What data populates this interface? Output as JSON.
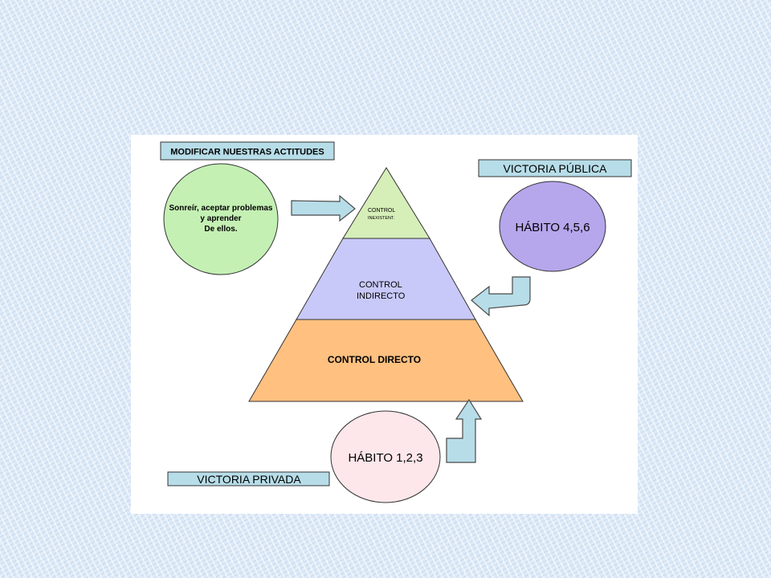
{
  "diagram": {
    "top_box_label": "MODIFICAR NUESTRAS ACTITUDES",
    "green_circle": [
      "Sonreír, aceptar problemas",
      "y aprender",
      "De ellos."
    ],
    "pyramid": {
      "top": [
        "CONTROL",
        "INEXISTENT."
      ],
      "middle": [
        "CONTROL",
        "INDIRECTO"
      ],
      "bottom": "CONTROL DIRECTO"
    },
    "public_victory_label": "VICTORIA  PÚBLICA",
    "public_habit_circle": "HÁBITO 4,5,6",
    "private_habit_circle": "HÁBITO 1,2,3",
    "private_victory_label": "VICTORIA PRIVADA"
  },
  "colors": {
    "panel": "#ffffff",
    "label_box": "#b7dde8",
    "green_circle": "#c4f0b4",
    "pyramid_top": "#d6eeb8",
    "pyramid_middle": "#c9c9f9",
    "pyramid_bottom": "#ffc080",
    "public_circle": "#b6a6ec",
    "private_circle": "#fde7ea"
  }
}
